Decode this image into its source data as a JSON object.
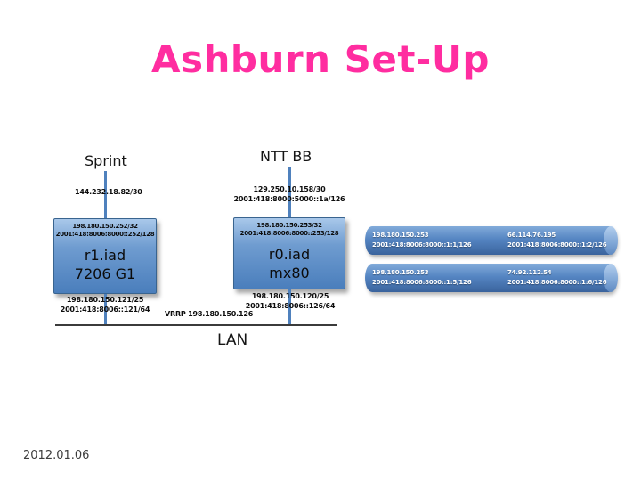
{
  "slide": {
    "title": "Ashburn Set-Up",
    "date": "2012.01.06"
  },
  "colors": {
    "title": "#ff2da0",
    "node_fill": "#6f9cd0",
    "line_blue": "#4f81bd"
  },
  "uplinks": {
    "sprint": {
      "label": "Sprint",
      "link_v4": "144.232.18.82/30"
    },
    "ntt": {
      "label": "NTT BB",
      "link_v4": "129.250.10.158/30",
      "link_v6": "2001:418:8000:5000::1a/126"
    }
  },
  "routers": {
    "r1": {
      "loopback_v4": "198.180.150.252/32",
      "loopback_v6": "2001:418:8006:8000::252/128",
      "name": "r1.iad",
      "model": "7206 G1",
      "lan_v4": "198.180.150.121/25",
      "lan_v6": "2001:418:8006::121/64"
    },
    "r0": {
      "loopback_v4": "198.180.150.253/32",
      "loopback_v6": "2001:418:8006:8000::253/128",
      "name": "r0.iad",
      "model": "mx80",
      "lan_v4": "198.180.150.120/25",
      "lan_v6": "2001:418:8006::126/64"
    }
  },
  "lan": {
    "label": "LAN",
    "vrrp": "VRRP 198.180.150.126"
  },
  "tunnels": [
    {
      "left_v4": "198.180.150.253",
      "left_v6": "2001:418:8006:8000::1:1/126",
      "right_v4": "66.114.76.195",
      "right_v6": "2001:418:8006:8000::1:2/126"
    },
    {
      "left_v4": "198.180.150.253",
      "left_v6": "2001:418:8006:8000::1:5/126",
      "right_v4": "74.92.112.54",
      "right_v6": "2001:418:8006:8000::1:6/126"
    }
  ]
}
